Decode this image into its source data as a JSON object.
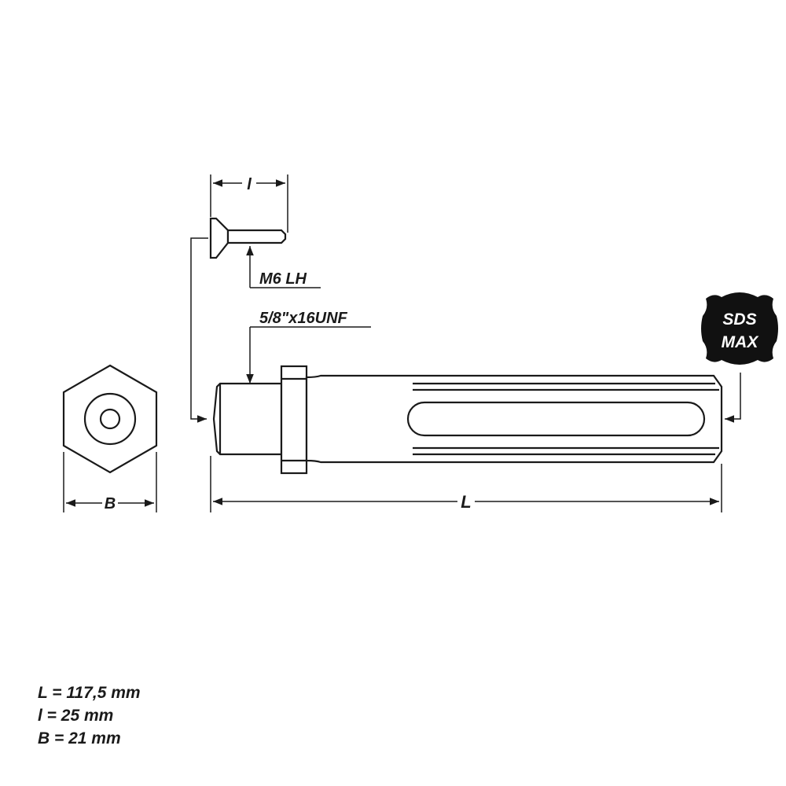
{
  "drawing": {
    "screw_thread_label": "M6 LH",
    "shank_thread_label": "5/8\"x16UNF",
    "dim_screw_length_label": "l",
    "dim_total_length_label": "L",
    "dim_hex_width_label": "B",
    "badge": {
      "line1": "SDS",
      "line2": "MAX",
      "color": "#111111"
    }
  },
  "specs": [
    {
      "text": "L = 117,5 mm"
    },
    {
      "text": "l  = 25 mm"
    },
    {
      "text": "B = 21 mm"
    }
  ],
  "colors": {
    "line": "#1a1a1a",
    "fill": "#ffffff"
  }
}
